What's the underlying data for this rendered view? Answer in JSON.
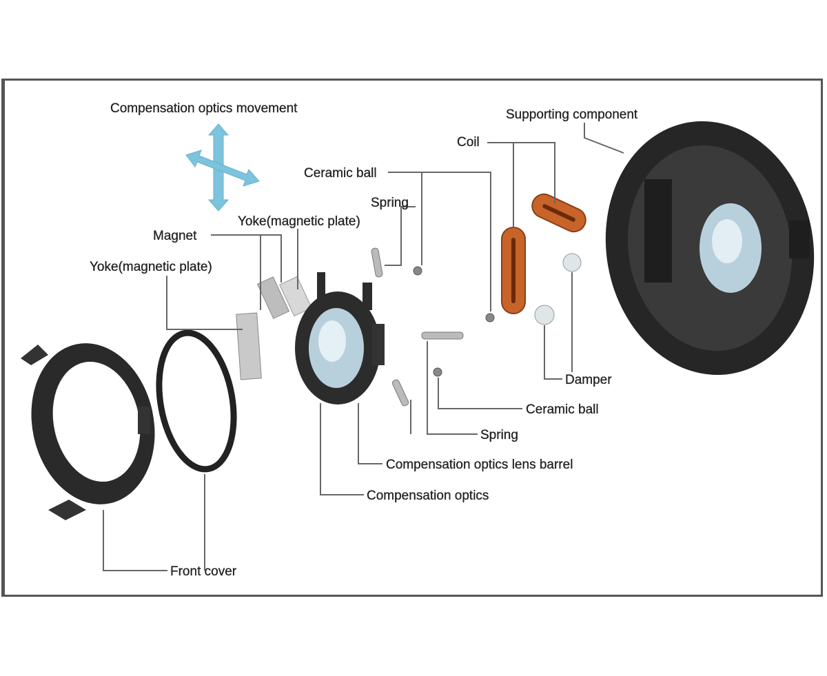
{
  "labels": {
    "movement": "Compensation optics movement",
    "supporting": "Supporting component",
    "coil": "Coil",
    "ceramic_ball_top": "Ceramic ball",
    "spring_top": "Spring",
    "yoke_top": "Yoke(magnetic plate)",
    "magnet": "Magnet",
    "yoke_left": "Yoke(magnetic plate)",
    "damper": "Damper",
    "ceramic_ball_bottom": "Ceramic ball",
    "spring_bottom": "Spring",
    "lens_barrel": "Compensation optics lens barrel",
    "optics": "Compensation optics",
    "front_cover": "Front cover"
  },
  "colors": {
    "arrow": "#7cc3dd",
    "coil": "#c8642a",
    "body": "#2a2a2a",
    "frame": "#555555"
  }
}
